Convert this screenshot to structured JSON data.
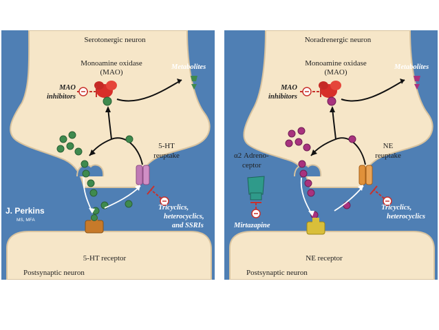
{
  "left": {
    "neuron_title": "Serotonergic neuron",
    "enzyme_line1": "Monoamine oxidase",
    "enzyme_line2": "(MAO)",
    "metabolites": "Metabolites",
    "inhibitor_line1": "MAO",
    "inhibitor_line2": "inhibitors",
    "reuptake_line1": "5-HT",
    "reuptake_line2": "reuptake",
    "drug_line1": "Tricyclics,",
    "drug_line2": "heterocyclics,",
    "drug_line3": "and SSRIs",
    "receptor": "5-HT receptor",
    "postsynaptic": "Postsynaptic neuron",
    "molecule_color": "#3f8a4e"
  },
  "right": {
    "neuron_title": "Noradrenergic neuron",
    "enzyme_line1": "Monoamine oxidase",
    "enzyme_line2": "(MAO)",
    "metabolites": "Metabolites",
    "inhibitor_line1": "MAO",
    "inhibitor_line2": "inhibitors",
    "reuptake_line1": "NE",
    "reuptake_line2": "reuptake",
    "alpha_line1": "α2 Adreno-",
    "alpha_line2": "ceptor",
    "drug_line1": "Tricyclics,",
    "drug_line2": "heterocyclics",
    "alpha_drug": "Mirtazapine",
    "receptor": "NE receptor",
    "postsynaptic": "Postsynaptic neuron",
    "molecule_color": "#a8327e"
  },
  "author": {
    "name": "J. Perkins",
    "credentials": "MS, MFA"
  },
  "colors": {
    "background": "#4f7fb4",
    "neuron_fill": "#f6e6c8",
    "mao_enzyme": "#d72f2a",
    "inhibit_red": "#c8312c",
    "reuptake_5ht": "#c07ab5",
    "reuptake_ne": "#e0913a",
    "receptor_5ht": "#c77a2a",
    "receptor_ne": "#d9bf3a",
    "alpha_receptor": "#2f9a8a"
  }
}
